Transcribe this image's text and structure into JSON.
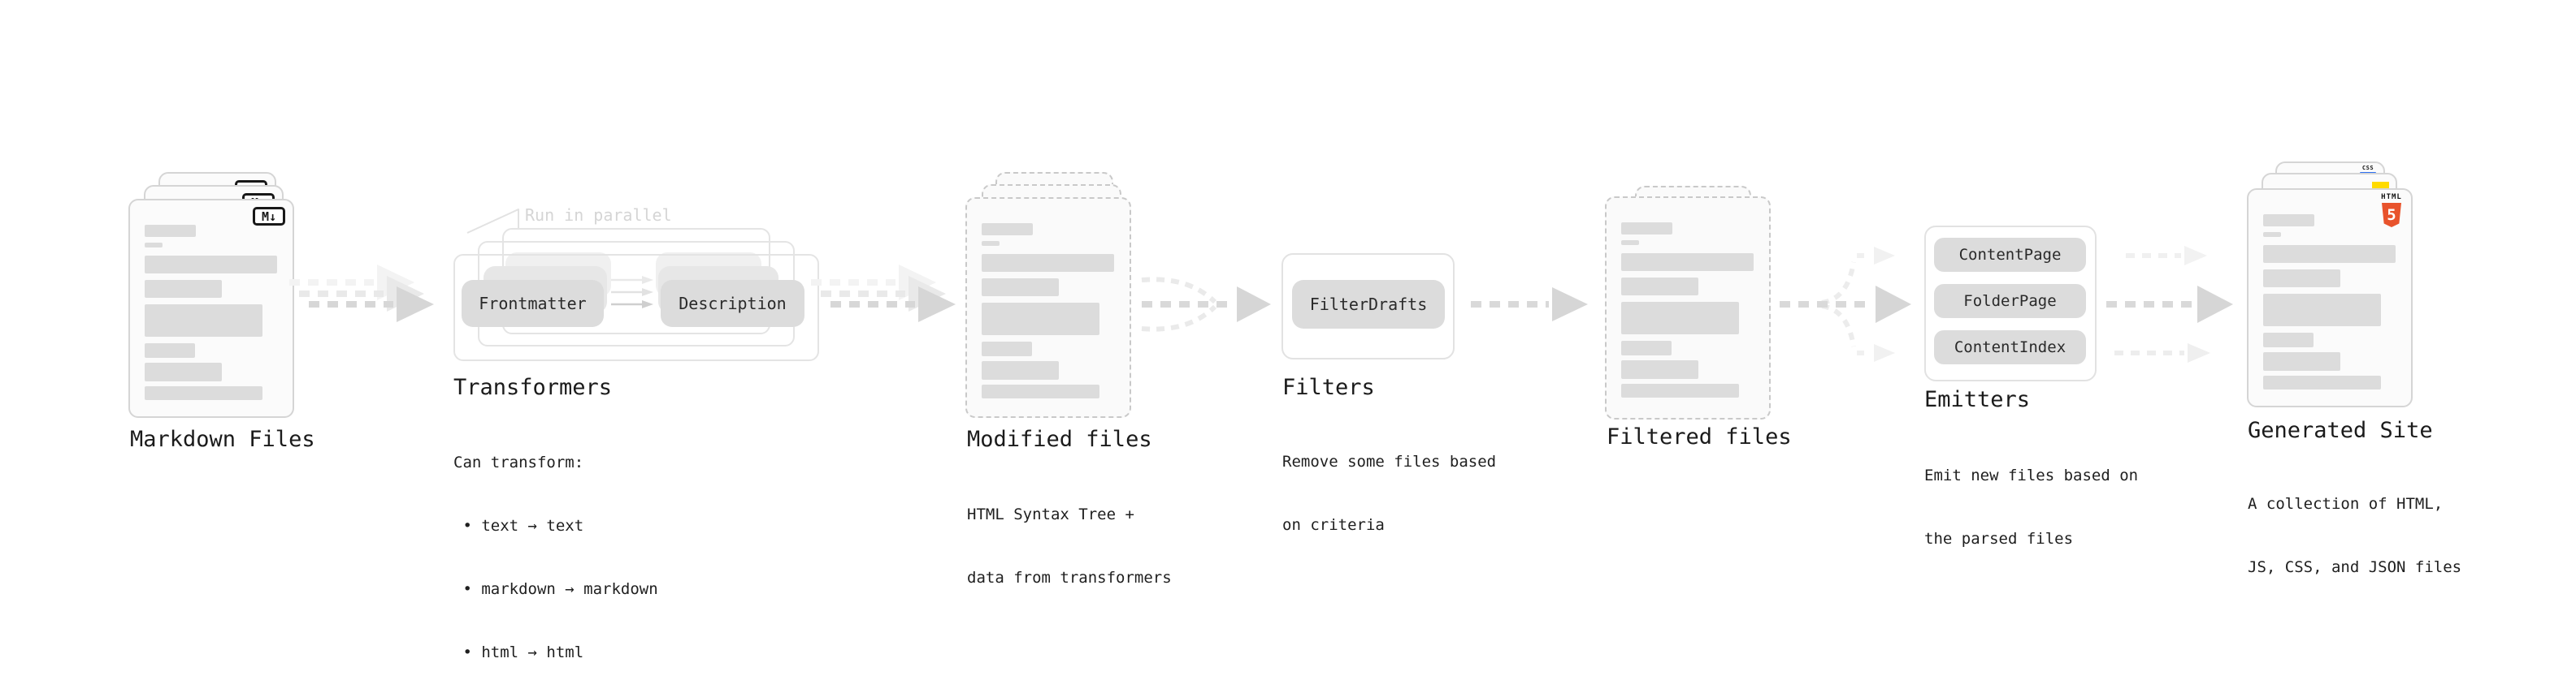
{
  "diagram": {
    "colors": {
      "accent_orange": "#e8532c",
      "accent_yellow": "#ffdb00",
      "accent_blue": "#2d6ff0",
      "pill_gray": "#dcdcdc",
      "text": "#1f1f1f",
      "muted": "#d5d5d5"
    },
    "stages": {
      "markdown_files": {
        "label": "Markdown Files",
        "badge": "M↓"
      },
      "transformers": {
        "annotation": "Run in parallel",
        "pill_from": "Frontmatter",
        "pill_to": "Description",
        "label": "Transformers",
        "body_lines": [
          "Can transform:",
          " • text → text",
          " • markdown → markdown",
          " • html → html"
        ]
      },
      "modified_files": {
        "label": "Modified files",
        "body_lines": [
          "HTML Syntax Tree +",
          "data from transformers"
        ]
      },
      "filters": {
        "pill": "FilterDrafts",
        "label": "Filters",
        "body_lines": [
          "Remove some files based",
          "on criteria"
        ]
      },
      "filtered_files": {
        "label": "Filtered files"
      },
      "emitters": {
        "pills": [
          "ContentPage",
          "FolderPage",
          "ContentIndex"
        ],
        "label": "Emitters",
        "body_lines": [
          "Emit new files based on",
          "the parsed files"
        ]
      },
      "generated_site": {
        "label": "Generated Site",
        "body_lines": [
          "A collection of HTML,",
          "JS, CSS, and JSON files"
        ],
        "badges": {
          "html_label": "HTML",
          "html_number": "5",
          "css_label": "CSS"
        }
      }
    }
  }
}
